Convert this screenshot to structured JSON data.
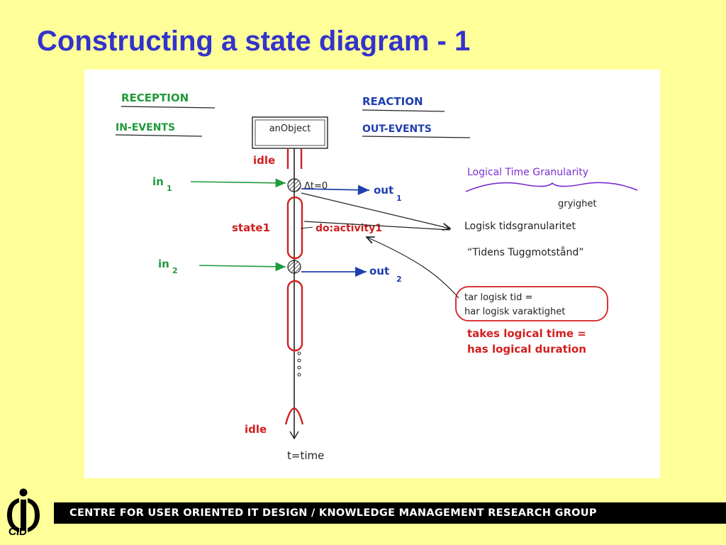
{
  "slide": {
    "title": "Constructing a state diagram - 1"
  },
  "sketch": {
    "headings": {
      "reception": "RECEPTION",
      "in_events": "IN-EVENTS",
      "reaction": "REACTION",
      "out_events": "OUT-EVENTS"
    },
    "object_box": "anObject",
    "lifeline": {
      "idle_top": "idle",
      "idle_bottom": "idle",
      "state": "state1",
      "activity": "do:activity1",
      "delta": "Δt=0",
      "time": "t=time"
    },
    "events": {
      "in1": "in",
      "in1_sub": "1",
      "in2": "in",
      "in2_sub": "2",
      "out1": "out",
      "out1_sub": "1",
      "out2": "out",
      "out2_sub": "2"
    },
    "notes": {
      "granularity_en": "Logical Time Granularity",
      "gryning": "gryighet",
      "granularity_sv": "Logisk tidsgranularitet",
      "tidens": "“Tidens Tuggmotstånd”",
      "tar_line1": "tar logisk tid =",
      "tar_line2": "har logisk varaktighet",
      "takes_line1": "takes logical time =",
      "takes_line2": "has logical duration"
    },
    "colors": {
      "ink": "#222222",
      "green": "#1F9A3A",
      "blue": "#1F3FB0",
      "red": "#D21E1E",
      "purple": "#7A2FD0"
    }
  },
  "footer": {
    "text": "CENTRE FOR USER ORIENTED IT DESIGN  /  KNOWLEDGE MANAGEMENT RESEARCH GROUP",
    "logo_label": "CID"
  }
}
